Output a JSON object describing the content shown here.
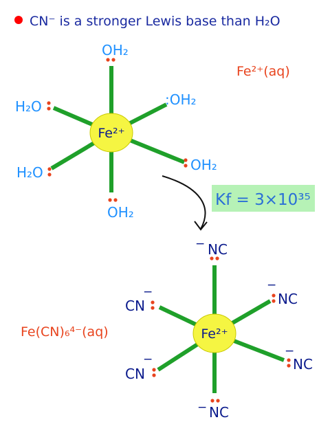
{
  "header": {
    "text": "CN⁻ is a stronger Lewis base than H₂O",
    "colors": {
      "bullet": "#ff0000",
      "text": "#1a2aa0"
    }
  },
  "complex1": {
    "label": "Fe²⁺(aq)",
    "metal": "Fe²⁺",
    "ligands": {
      "top": "OH₂",
      "upper_right": ":OH₂",
      "right": "OH₂",
      "bottom": "OH₂",
      "upper_left": "H₂O",
      "lower_left": "H₂O"
    },
    "ligand_color": "#1e90ff"
  },
  "equilibrium": {
    "text": "Kf = 3×10³⁵",
    "highlight_color": "#b6f2b6"
  },
  "complex2": {
    "label": "Fe(CN)₆⁴⁻(aq)",
    "metal": "Fe²⁺",
    "ligands": {
      "top": "NC",
      "upper_right": "NC",
      "right": "NC",
      "bottom": "NC",
      "upper_left": "CN",
      "lower_left": "CN"
    },
    "charge": "−",
    "ligand_color": "#0a1a8c"
  },
  "colors": {
    "bond": "#1fa02a",
    "metal_fill": "#f5f542",
    "lone_pair": "#e8441e",
    "label": "#e8441e"
  }
}
